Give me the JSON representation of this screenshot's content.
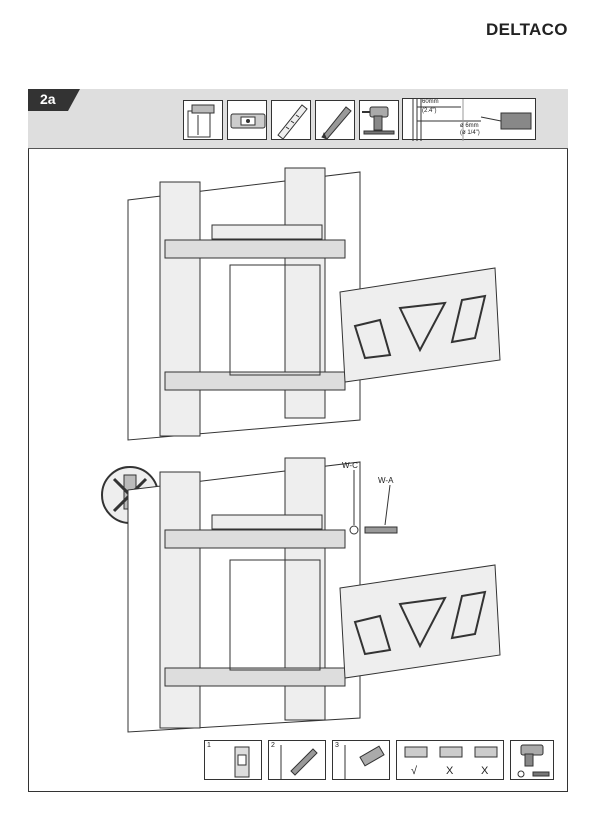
{
  "header": {
    "brand": "DELTACO"
  },
  "step": {
    "label": "2a"
  },
  "drill_spec": {
    "depth": "60mm",
    "depth_inch": "(2.4\")",
    "diameter": "ø 6mm",
    "diameter_inch": "(ø 1/4\")"
  },
  "callouts": {
    "washer": "W-C",
    "screw": "W-A"
  },
  "mini_steps": [
    {
      "number": "1"
    },
    {
      "number": "2"
    },
    {
      "number": "3"
    }
  ],
  "level_check": {
    "ok": "√",
    "bad1": "X",
    "bad2": "X"
  }
}
